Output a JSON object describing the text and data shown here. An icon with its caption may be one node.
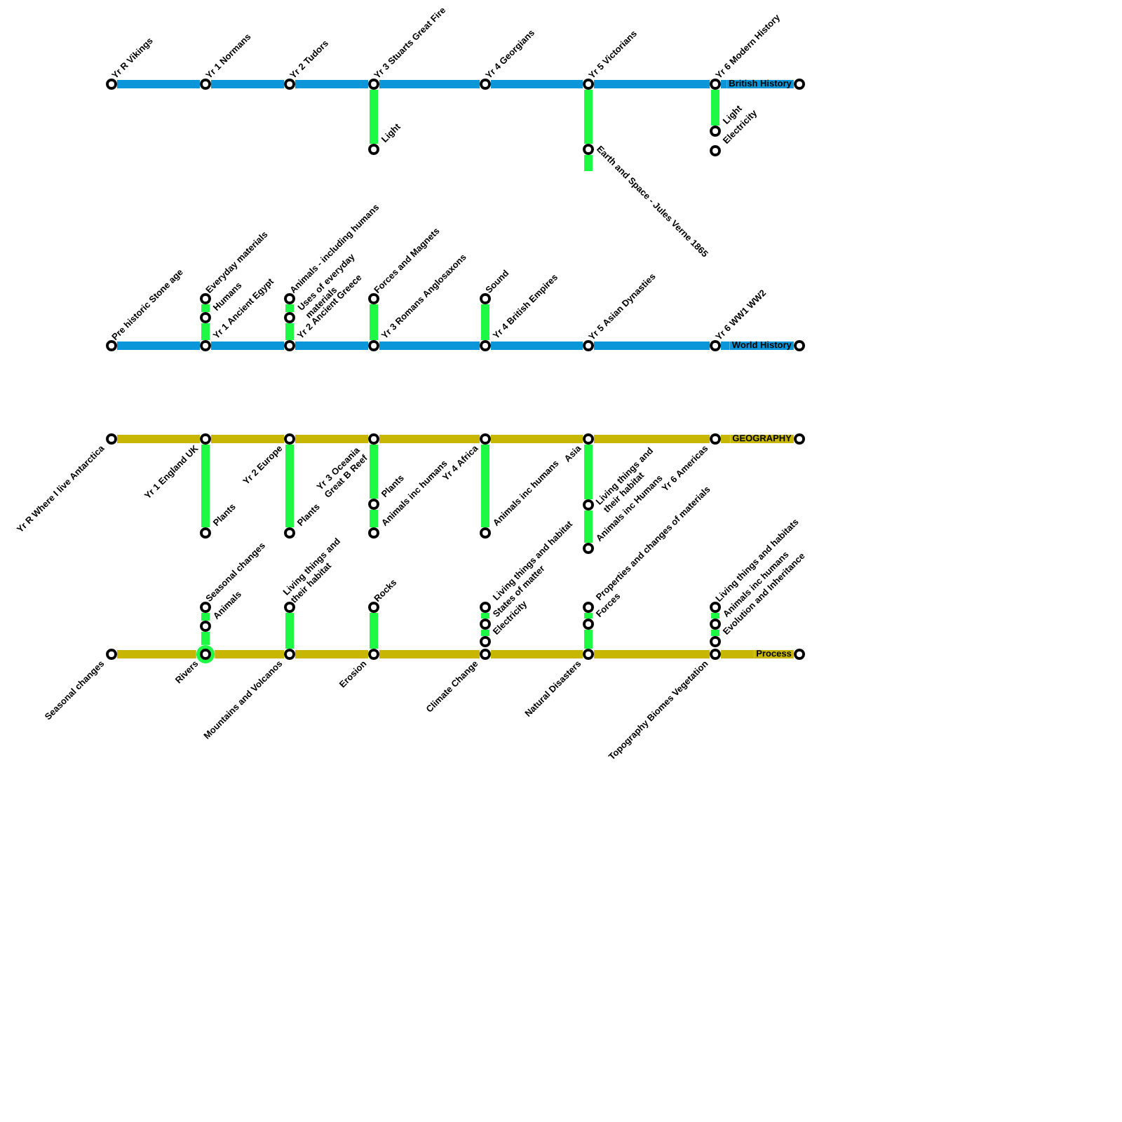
{
  "diagram": {
    "nodes": [
      {
        "text": [
          "Yr R Vikings"
        ]
      },
      {
        "text": [
          "Yr 1 Normans"
        ]
      },
      {
        "text": [
          "Yr 2 Tudors"
        ]
      },
      {
        "text": [
          "Yr 3 Stuarts Great Fire"
        ]
      },
      {
        "text": [
          "Yr 4 Georgians"
        ]
      },
      {
        "text": [
          "Yr 5 Victorians"
        ]
      },
      {
        "text": [
          "Yr 6 Modern History"
        ]
      },
      {
        "text": [
          "British History"
        ]
      },
      {
        "text": [
          "Light"
        ]
      },
      {
        "text": [
          "Earth and Space - Jules Verne 1865"
        ]
      },
      {
        "text": [
          "Light"
        ]
      },
      {
        "text": [
          "Electricity"
        ]
      },
      {
        "text": [
          "Pre historic Stone age"
        ]
      },
      {
        "text": [
          "Yr 1 Ancient Egypt"
        ]
      },
      {
        "text": [
          "Yr 2 Ancient Greece"
        ]
      },
      {
        "text": [
          "Yr 3 Romans Anglosaxons"
        ]
      },
      {
        "text": [
          "Yr 4 British Empires"
        ]
      },
      {
        "text": [
          "Yr 5 Asian Dynasties"
        ]
      },
      {
        "text": [
          "Yr 6 WW1 WW2"
        ]
      },
      {
        "text": [
          "World History"
        ]
      },
      {
        "text": [
          "Everyday materials"
        ]
      },
      {
        "text": [
          "Humans"
        ]
      },
      {
        "text": [
          "Animals - including humans"
        ]
      },
      {
        "text": [
          "Uses of everyday materials"
        ]
      },
      {
        "text": [
          "Forces and Magnets"
        ]
      },
      {
        "text": [
          "Sound"
        ]
      },
      {
        "text": [
          "Yr R Where I live Antarctica"
        ]
      },
      {
        "text": [
          "Yr 1 England UK"
        ]
      },
      {
        "text": [
          "Yr 2 Europe"
        ]
      },
      {
        "text": [
          "Yr 3 Oceania Great B Reef"
        ]
      },
      {
        "text": [
          "Yr 4 Africa"
        ]
      },
      {
        "text": [
          "Asia"
        ]
      },
      {
        "text": [
          "Yr 6 Americas"
        ]
      },
      {
        "text": [
          "GEOGRAPHY"
        ]
      },
      {
        "text": [
          "Plants"
        ]
      },
      {
        "text": [
          "Plants"
        ]
      },
      {
        "text": [
          "Plants"
        ]
      },
      {
        "text": [
          "Animals inc humans"
        ]
      },
      {
        "text": [
          "Animals inc humans"
        ]
      },
      {
        "text": [
          "Living things and their habitat"
        ]
      },
      {
        "text": [
          "Animals inc Humans"
        ]
      },
      {
        "text": [
          "Seasonal changes"
        ]
      },
      {
        "text": [
          "Rivers"
        ]
      },
      {
        "text": [
          "Mountains and Volcanos"
        ]
      },
      {
        "text": [
          "Erosion"
        ]
      },
      {
        "text": [
          "Climate Change"
        ]
      },
      {
        "text": [
          "Natural Disasters"
        ]
      },
      {
        "text": [
          "Topography Biomes Vegetation"
        ]
      },
      {
        "text": [
          "Process"
        ]
      },
      {
        "text": [
          "Seasonal changes"
        ]
      },
      {
        "text": [
          "Animals"
        ]
      },
      {
        "text": [
          "Living things and their habitat"
        ]
      },
      {
        "text": [
          "Rocks"
        ]
      },
      {
        "text": [
          "Living things and habitat"
        ]
      },
      {
        "text": [
          "States of matter"
        ]
      },
      {
        "text": [
          "Electricity"
        ]
      },
      {
        "text": [
          "Properties and changes of materials"
        ]
      },
      {
        "text": [
          "Forces"
        ]
      },
      {
        "text": [
          "Living things and habitats"
        ]
      },
      {
        "text": [
          "Animals inc humans"
        ]
      },
      {
        "text": [
          "Evolution and Inheritance"
        ]
      }
    ],
    "edges": [
      {
        "from": 0,
        "to": 1,
        "arrow": "none",
        "color": "#0a96d8"
      },
      {
        "from": 1,
        "to": 2,
        "arrow": "none",
        "color": "#0a96d8"
      },
      {
        "from": 2,
        "to": 3,
        "arrow": "none",
        "color": "#0a96d8"
      },
      {
        "from": 3,
        "to": 4,
        "arrow": "none",
        "color": "#0a96d8"
      },
      {
        "from": 4,
        "to": 5,
        "arrow": "none",
        "color": "#0a96d8"
      },
      {
        "from": 5,
        "to": 6,
        "arrow": "none",
        "color": "#0a96d8"
      },
      {
        "from": 6,
        "to": 7,
        "arrow": "none",
        "color": "#0a96d8"
      },
      {
        "from": 3,
        "to": 8,
        "arrow": "none"
      },
      {
        "from": 5,
        "to": 9,
        "arrow": "none"
      },
      {
        "from": 9,
        "to": null,
        "arrow": "none"
      },
      {
        "from": 6,
        "to": 10,
        "arrow": "none"
      },
      {
        "from": 12,
        "to": 13,
        "arrow": "none",
        "color": "#0a96d8"
      },
      {
        "from": 13,
        "to": 14,
        "arrow": "none",
        "color": "#0a96d8"
      },
      {
        "from": 14,
        "to": 15,
        "arrow": "none",
        "color": "#0a96d8"
      },
      {
        "from": 15,
        "to": 16,
        "arrow": "none",
        "color": "#0a96d8"
      },
      {
        "from": 16,
        "to": 17,
        "arrow": "none",
        "color": "#0a96d8"
      },
      {
        "from": 17,
        "to": 18,
        "arrow": "none",
        "color": "#0a96d8"
      },
      {
        "from": 18,
        "to": 19,
        "arrow": "none",
        "color": "#0a96d8"
      },
      {
        "from": 13,
        "to": 21,
        "arrow": "none"
      },
      {
        "from": 21,
        "to": 20,
        "arrow": "none"
      },
      {
        "from": 14,
        "to": 23,
        "arrow": "none"
      },
      {
        "from": 23,
        "to": 22,
        "arrow": "none"
      },
      {
        "from": 15,
        "to": 24,
        "arrow": "none"
      },
      {
        "from": 16,
        "to": 25,
        "arrow": "none"
      },
      {
        "from": 26,
        "to": 27,
        "arrow": "none",
        "color": "#c8b605"
      },
      {
        "from": 27,
        "to": 28,
        "arrow": "none",
        "color": "#c8b605"
      },
      {
        "from": 28,
        "to": 29,
        "arrow": "none",
        "color": "#c8b605"
      },
      {
        "from": 29,
        "to": 30,
        "arrow": "none",
        "color": "#c8b605"
      },
      {
        "from": 30,
        "to": 31,
        "arrow": "none",
        "color": "#c8b605"
      },
      {
        "from": 31,
        "to": 32,
        "arrow": "none",
        "color": "#c8b605"
      },
      {
        "from": 32,
        "to": 33,
        "arrow": "none",
        "color": "#c8b605"
      },
      {
        "from": 27,
        "to": 34,
        "arrow": "none"
      },
      {
        "from": 28,
        "to": 35,
        "arrow": "none"
      },
      {
        "from": 29,
        "to": 36,
        "arrow": "none"
      },
      {
        "from": 36,
        "to": 37,
        "arrow": "none"
      },
      {
        "from": 30,
        "to": 38,
        "arrow": "none"
      },
      {
        "from": 31,
        "to": 39,
        "arrow": "none"
      },
      {
        "from": 39,
        "to": 40,
        "arrow": "none"
      },
      {
        "from": 41,
        "to": 42,
        "arrow": "none",
        "color": "#c8b605"
      },
      {
        "from": 42,
        "to": 43,
        "arrow": "none",
        "color": "#c8b605"
      },
      {
        "from": 43,
        "to": 44,
        "arrow": "none",
        "color": "#c8b605"
      },
      {
        "from": 44,
        "to": 45,
        "arrow": "none",
        "color": "#c8b605"
      },
      {
        "from": 45,
        "to": 46,
        "arrow": "none",
        "color": "#c8b605"
      },
      {
        "from": 46,
        "to": 47,
        "arrow": "none",
        "color": "#c8b605"
      },
      {
        "from": 47,
        "to": 48,
        "arrow": "none",
        "color": "#c8b605"
      },
      {
        "from": 49,
        "to": 50,
        "arrow": "none"
      },
      {
        "from": 50,
        "to": 42,
        "arrow": "none"
      },
      {
        "from": 51,
        "to": 43,
        "arrow": "none"
      },
      {
        "from": 52,
        "to": 44,
        "arrow": "none"
      },
      {
        "from": 53,
        "to": 54,
        "arrow": "none"
      },
      {
        "from": 54,
        "to": 55,
        "arrow": "none"
      },
      {
        "from": 56,
        "to": 57,
        "arrow": "none"
      },
      {
        "from": 57,
        "to": 46,
        "arrow": "none"
      },
      {
        "from": 58,
        "to": 59,
        "arrow": "none"
      },
      {
        "from": 59,
        "to": 60,
        "arrow": "none"
      }
    ]
  }
}
